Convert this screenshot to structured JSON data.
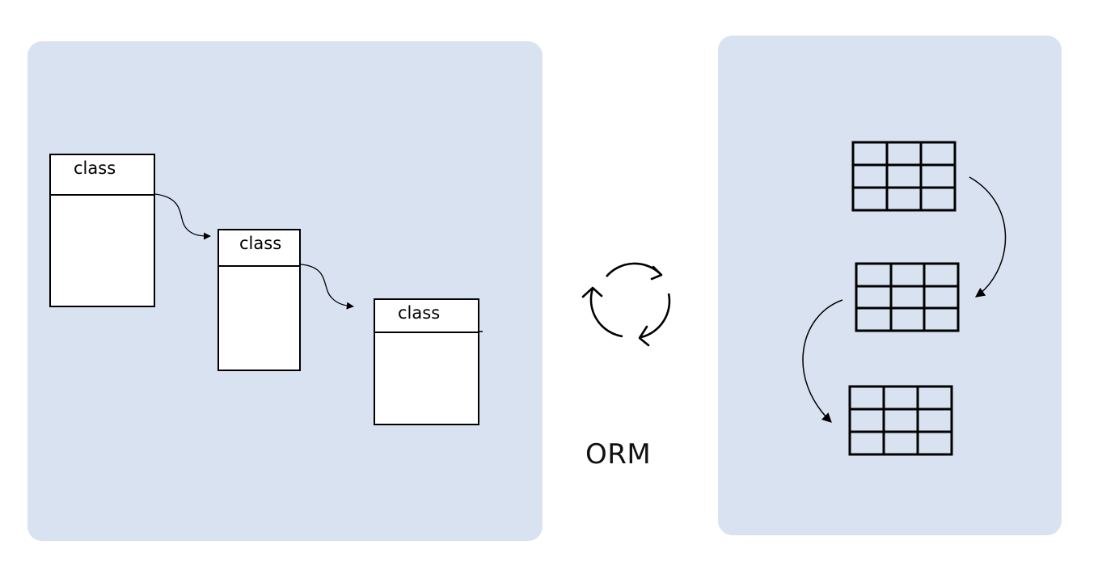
{
  "diagram": {
    "center_label": "ORM",
    "classes": [
      {
        "label": "class"
      },
      {
        "label": "class"
      },
      {
        "label": "class"
      }
    ],
    "tables": [
      {
        "rows": 3,
        "cols": 3
      },
      {
        "rows": 3,
        "cols": 3
      },
      {
        "rows": 3,
        "cols": 3
      }
    ],
    "icons": {
      "center": "refresh-cycle-icon"
    },
    "colors": {
      "panel_background": "#d9e2f1",
      "stroke": "#000000"
    }
  }
}
